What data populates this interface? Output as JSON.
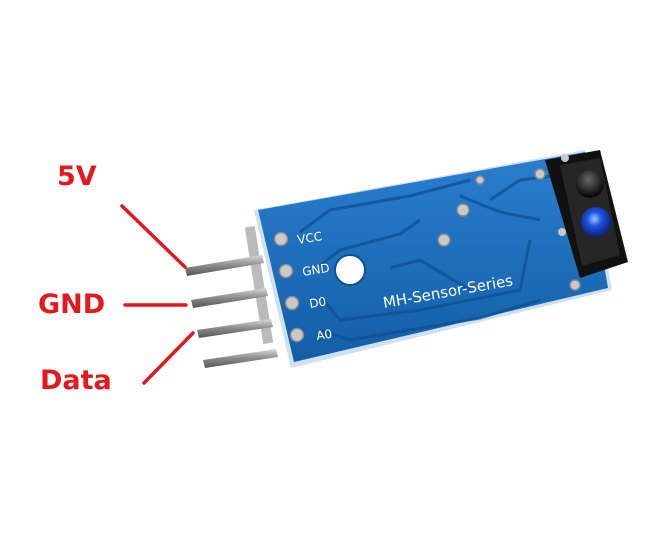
{
  "annotations": [
    {
      "id": "5v",
      "text": "5V"
    },
    {
      "id": "gnd",
      "text": "GND"
    },
    {
      "id": "data",
      "text": "Data"
    }
  ],
  "board": {
    "series_label": "MH-Sensor-Series",
    "pins": [
      "VCC",
      "GND",
      "D0",
      "A0"
    ]
  },
  "colors": {
    "annotation": "#e3191f",
    "pcb": "#1769b3",
    "silk": "#ffffff"
  }
}
